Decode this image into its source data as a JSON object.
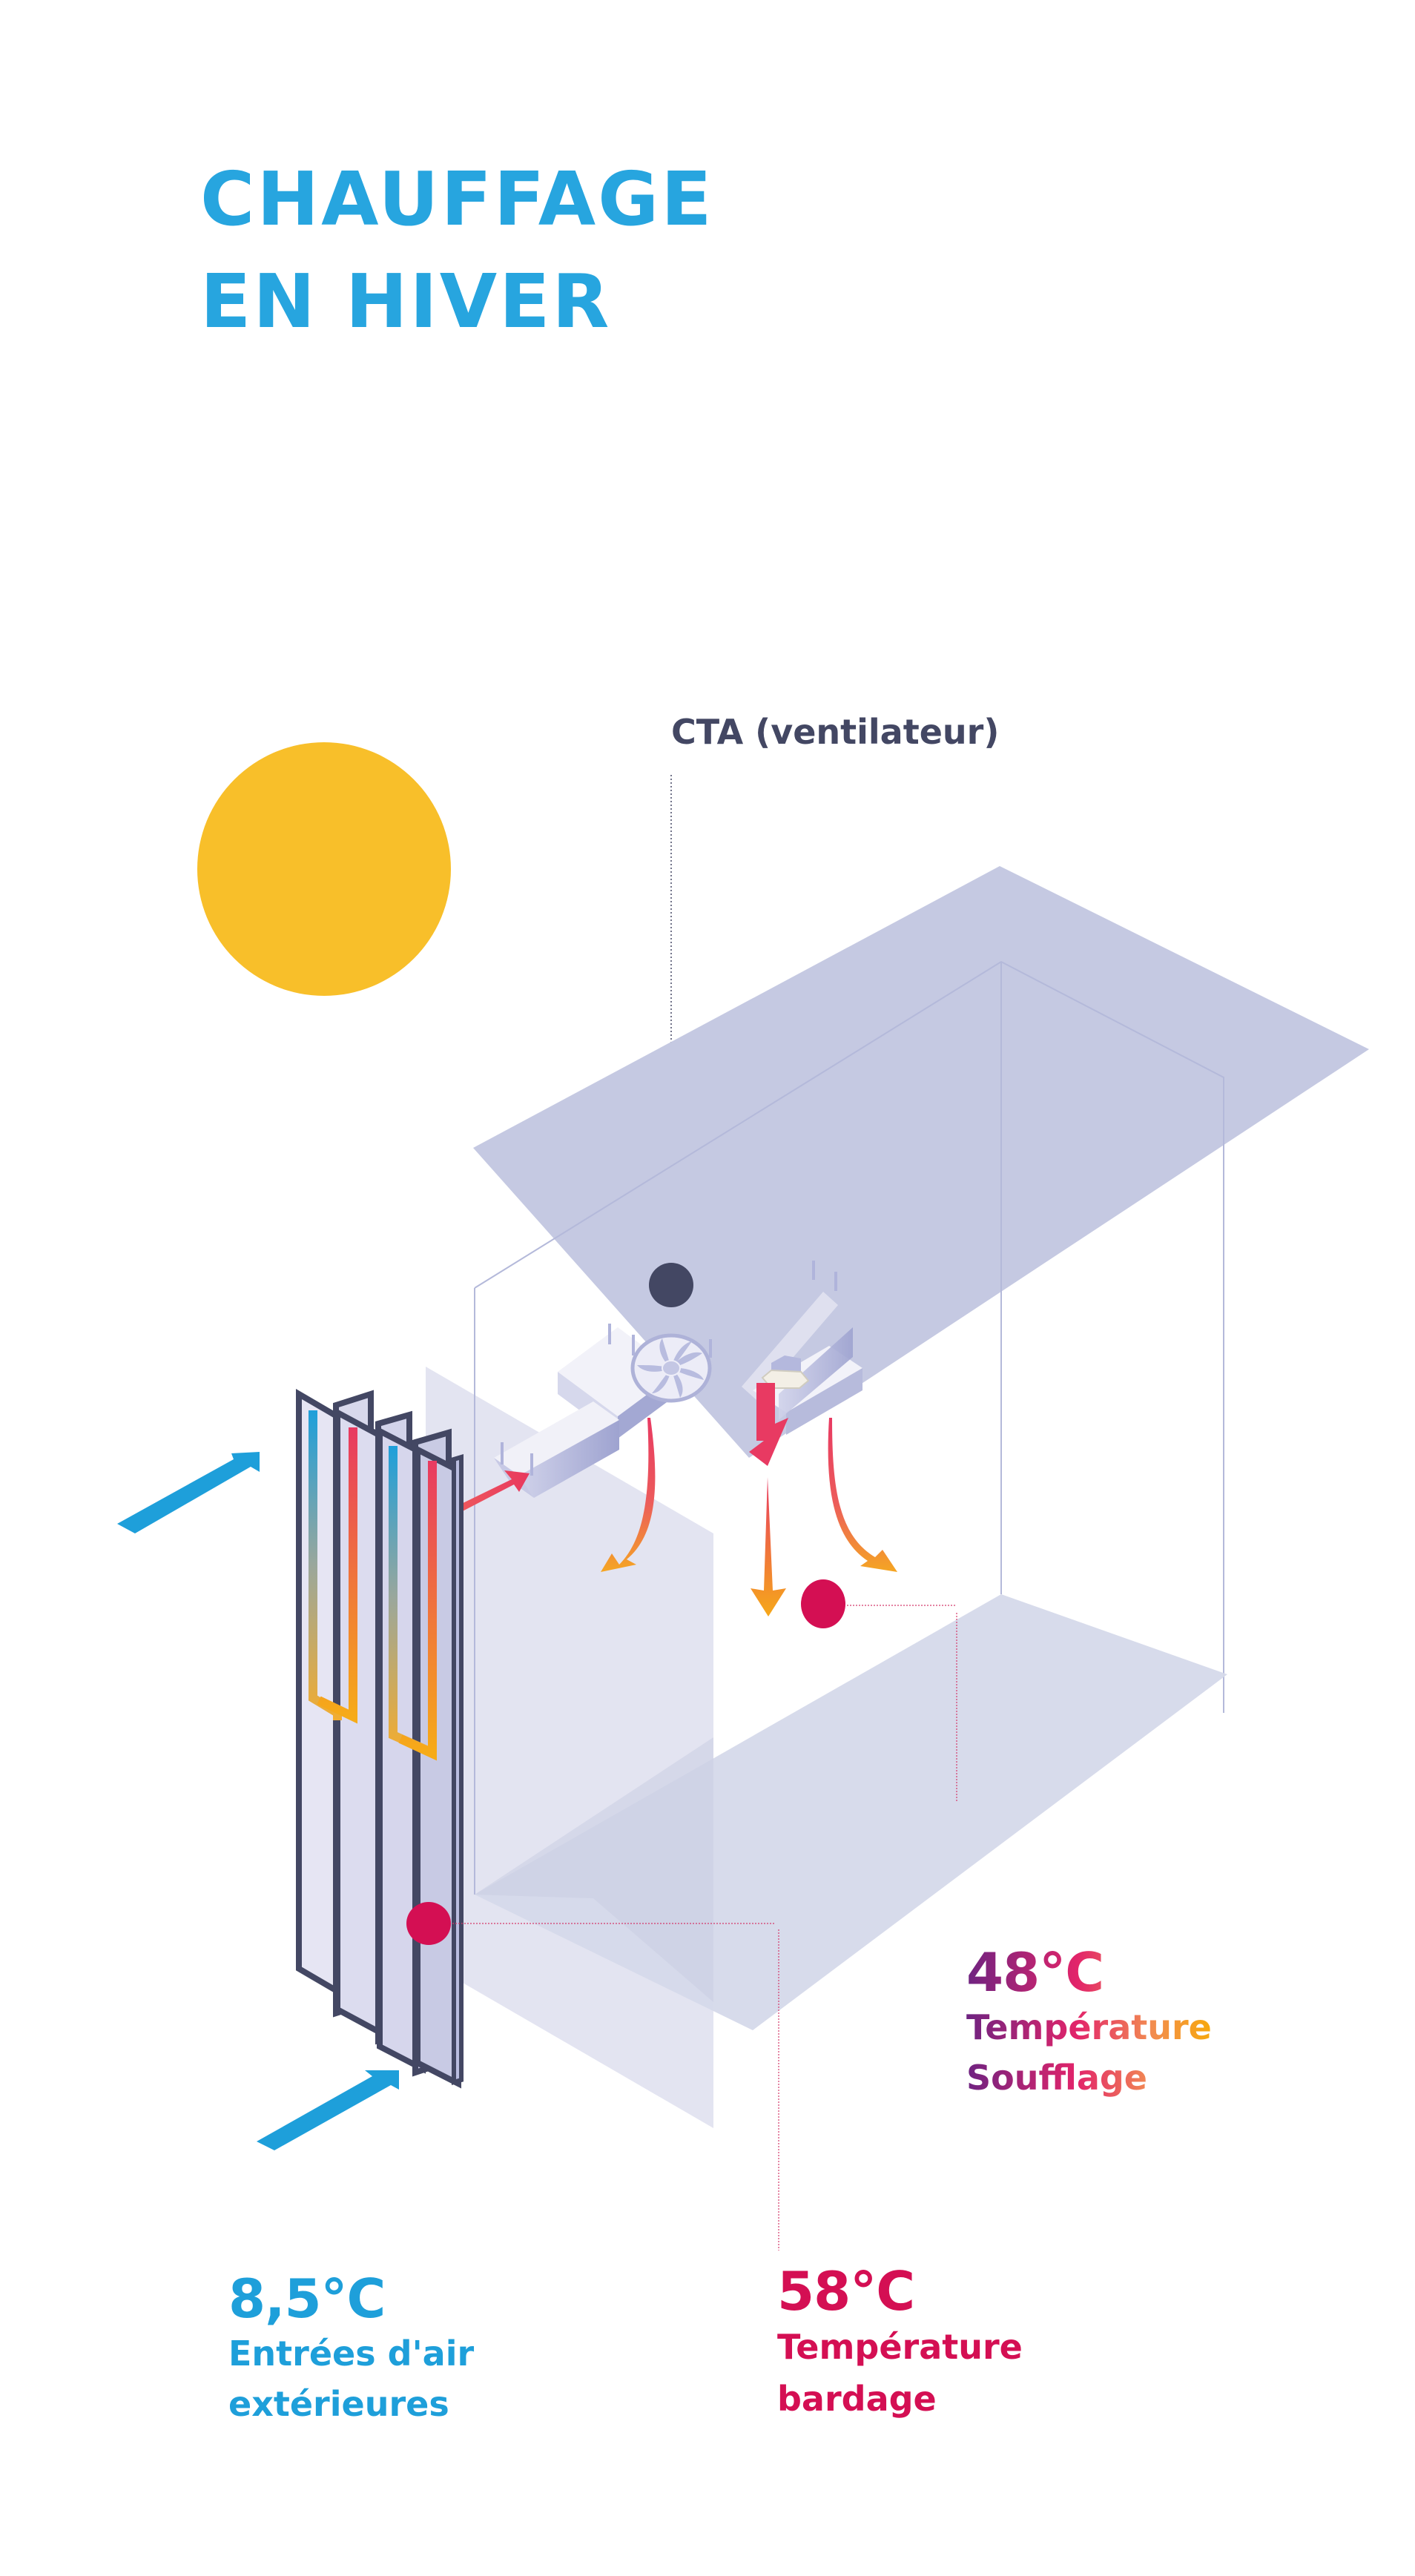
{
  "title": {
    "line1": "CHAUFFAGE",
    "line2": "EN HIVER",
    "color": "#27a5df"
  },
  "labels": {
    "cta": "CTA (ventilateur)",
    "soufflage": {
      "temperature": "48°C",
      "line1": "Température",
      "line2": "Soufflage"
    },
    "exterieur": {
      "temperature": "8,5°C",
      "line1": "Entrées d'air",
      "line2": "extérieures"
    },
    "bardage": {
      "temperature": "58°C",
      "line1": "Température",
      "line2": "bardage"
    }
  },
  "colors": {
    "sun": "#f8bf2a",
    "cold_air": "#1e9fda",
    "hot_marker": "#d40f53",
    "cta_marker": "#434763",
    "panel": "#c5c9e2",
    "panel_light": "#e1e3f0",
    "frame": "#434763",
    "warm_arrow_start": "#e83a62",
    "warm_arrow_end": "#f5a623"
  },
  "icons": {
    "sun": "sun-icon",
    "fan": "fan-icon",
    "cold_air_arrows": "arrow-up-right-icon",
    "warm_air_arrows": "arrow-down-icon",
    "markers": "dot-marker-icon"
  }
}
